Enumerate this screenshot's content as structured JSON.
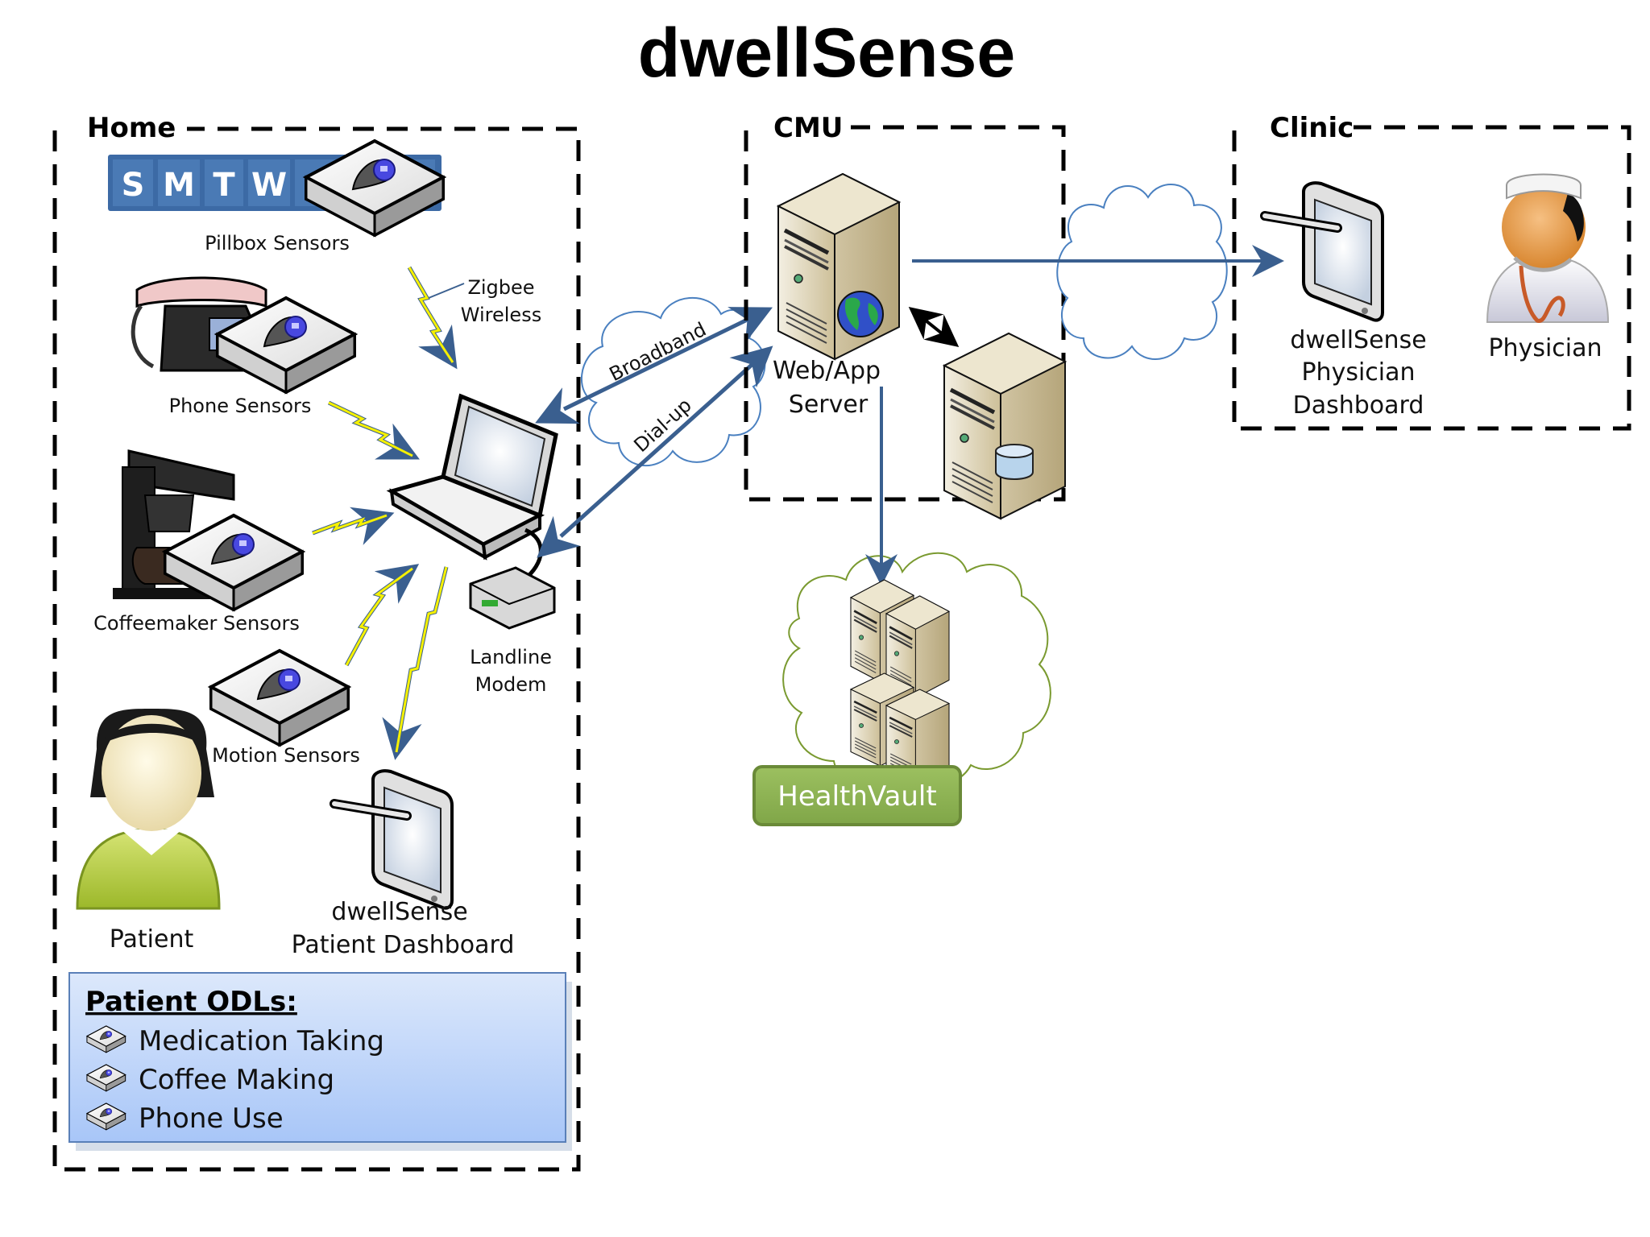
{
  "title": "dwellSense",
  "zones": {
    "home": "Home",
    "cmu": "CMU",
    "clinic": "Clinic"
  },
  "home": {
    "pillbox": {
      "days": [
        "S",
        "M",
        "T",
        "W"
      ],
      "label": "Pillbox Sensors"
    },
    "phone_label": "Phone Sensors",
    "coffee_label": "Coffeemaker Sensors",
    "motion_label": "Motion Sensors",
    "zigbee_label": [
      "Zigbee",
      "Wireless"
    ],
    "modem_label": [
      "Landline",
      "Modem"
    ],
    "patient_label": "Patient",
    "patient_dashboard_label": [
      "dwellSense",
      "Patient Dashboard"
    ],
    "odl_box": {
      "title": "Patient ODLs:",
      "items": [
        "Medication Taking",
        "Coffee Making",
        "Phone Use"
      ]
    }
  },
  "links": {
    "broadband": "Broadband",
    "dialup": "Dial-up"
  },
  "cmu": {
    "server_label": [
      "Web/App",
      "Server"
    ]
  },
  "healthvault": {
    "label": "HealthVault"
  },
  "clinic": {
    "dashboard_label": [
      "dwellSense",
      "Physician",
      "Dashboard"
    ],
    "physician_label": "Physician"
  },
  "colors": {
    "arrow_blue": "#3a5f8f",
    "pillbox_blue": "#4a7ab5",
    "lightning_yellow": "#f5f000",
    "healthvault_green": "#8cb050",
    "cloud_blue_stroke": "#4a80c0",
    "cloud_green_stroke": "#7a9a30",
    "odl_box_top": "#dce8fb",
    "odl_box_bottom": "#a8c6f8"
  }
}
